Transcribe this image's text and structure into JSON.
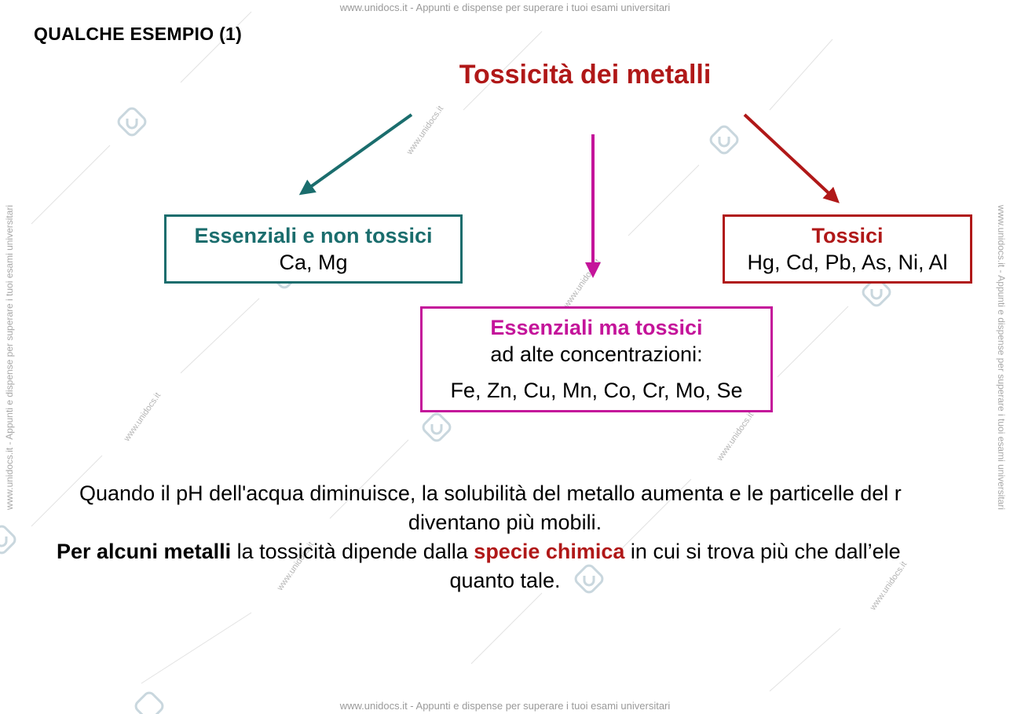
{
  "watermark": {
    "top": "www.unidocs.it - Appunti e dispense per superare i tuoi esami universitari",
    "bottom": "www.unidocs.it - Appunti e dispense per superare i tuoi esami universitari",
    "left": "www.unidocs.it - Appunti e dispense per superare i tuoi esami universitari",
    "right": "www.unidocs.it - Appunti e dispense per superare i tuoi esami universitari",
    "diagonal": "www.unidocs.it"
  },
  "slide_title": "QUALCHE ESEMPIO (1)",
  "main_title": "Tossicità dei metalli",
  "boxes": {
    "essential_nontoxic": {
      "heading": "Essenziali e non tossici",
      "body": "Ca, Mg"
    },
    "toxic": {
      "heading": "Tossici",
      "body": "Hg, Cd, Pb, As, Ni, Al"
    },
    "essential_toxic": {
      "heading": "Essenziali ma tossici",
      "line1": "ad alte concentrazioni:",
      "line2": "Fe, Zn, Cu, Mn, Co, Cr, Mo, Se"
    }
  },
  "paragraph": {
    "line1": "Quando il pH dell'acqua diminuisce, la solubilità del metallo aumenta e le particelle del r",
    "line2": "diventano più mobili.",
    "line3_bold": "Per alcuni metalli",
    "line3_mid": " la tossicità dipende dalla ",
    "line3_highlight": "specie chimica",
    "line3_end": " in cui si trova più che dall’ele",
    "line4": "quanto tale."
  },
  "colors": {
    "title_red": "#b01818",
    "green": "#1a6d6d",
    "pink": "#c4149a"
  }
}
